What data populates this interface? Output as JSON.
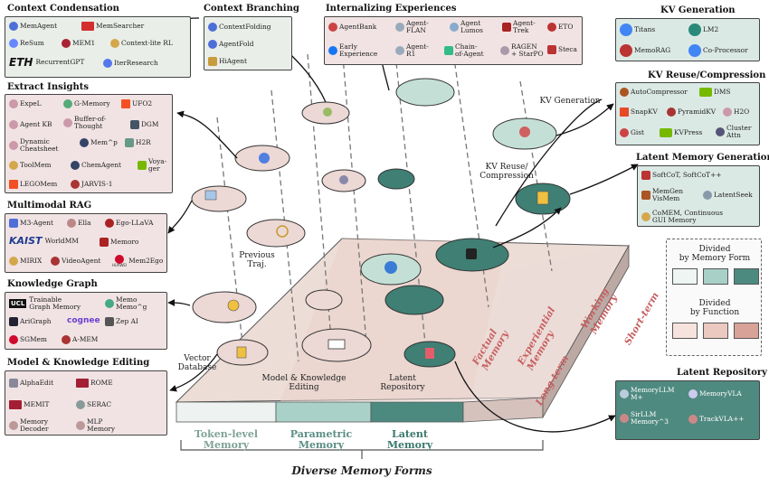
{
  "panels": {
    "context_condensation": {
      "title": "Context Condensation",
      "items": [
        "MemAgent",
        "MemSearcher",
        "ReSum",
        "MEM1",
        "Context-lite RL",
        "RecurrentGPT",
        "IterResearch"
      ],
      "logo_texts": [
        "ETH"
      ]
    },
    "context_branching": {
      "title": "Context Branching",
      "items": [
        "ContextFolding",
        "AgentFold",
        "HiAgent"
      ]
    },
    "internalizing_experiences": {
      "title": "Internalizing Experiences",
      "items": [
        "AgentBank",
        "Agent-\nFLAN",
        "Agent\nLumos",
        "Agent-\nTrek",
        "ETO",
        "Early\nExperience",
        "Agent-\nR1",
        "Chain-\nof-Agent",
        "RAGEN\n+ StarPO",
        "Steca"
      ]
    },
    "kv_generation": {
      "title": "KV Generation",
      "items": [
        "Titans",
        "LM2",
        "MemoRAG",
        "Co-Processor"
      ]
    },
    "kv_reuse": {
      "title": "KV Reuse/Compression",
      "items": [
        "AutoCompressor",
        "DMS",
        "SnapKV",
        "PyramidKV",
        "H2O",
        "Gist",
        "KVPress",
        "Cluster\nAttn"
      ]
    },
    "latent_memory_generation": {
      "title": "Latent Memory Generation",
      "items": [
        "SoftCoT, SoftCoT++",
        "MemGen\nVisMem",
        "LatentSeek",
        "CoMEM, Continuous\nGUI Memory"
      ]
    },
    "extract_insights": {
      "title": "Extract Insights",
      "items": [
        "ExpeL",
        "G-Memory",
        "UFO2",
        "Agent KB",
        "Buffer-of-\nThought",
        "DGM",
        "Dynamic\nCheatsheet",
        "Mem^p",
        "H2R",
        "ToolMem",
        "ChemAgent",
        "Voya-\nger",
        "LEGOMem",
        "JARVIS-1"
      ]
    },
    "multimodal_rag": {
      "title": "Multimodal RAG",
      "items": [
        "M3-Agent",
        "Ella",
        "Ego-LLaVA",
        "WorldMM",
        "Memoro",
        "MIRIX",
        "VideoAgent",
        "Mem2Ego"
      ],
      "logo_texts": [
        "KAIST",
        "HUAWEI"
      ]
    },
    "knowledge_graph": {
      "title": "Knowledge Graph",
      "items": [
        "Trainable\nGraph Memory",
        "Memo\nMemo^g",
        "AriGraph",
        "Zep AI",
        "SGMem",
        "A-MEM"
      ],
      "logo_texts": [
        "UCL",
        "cognee"
      ]
    },
    "model_knowledge_editing": {
      "title": "Model & Knowledge Editing",
      "items": [
        "AlphaEdit",
        "ROME",
        "MEMIT",
        "SERAC",
        "Memory\nDecoder",
        "MLP\nMemory"
      ]
    },
    "latent_repository": {
      "title": "Latent Repository",
      "items": [
        "MemoryLLM\nM+",
        "MemoryVLA",
        "SirLLM\nMemory^3",
        "TrackVLA++"
      ]
    }
  },
  "legend": {
    "by_form": "Divided\nby Memory Form",
    "by_function": "Divided\nby Function",
    "form_colors": [
      "#eef5f2",
      "#a8d0c6",
      "#4c8a80"
    ],
    "function_colors": [
      "#f6e3dd",
      "#ebc9c0",
      "#d9a299"
    ]
  },
  "scene_labels": {
    "kv_generation": "KV Generation",
    "kv_reuse": "KV Reuse/\nCompression",
    "previous_traj": "Previous\nTraj.",
    "vector_db": "Vector\nDatabase",
    "model_editing": "Model & Knowledge\nEditing",
    "latent_repo": "Latent\nRepository"
  },
  "function_labels": {
    "factual": "Factual\nMemory",
    "experiential": "Experiential\nMemory",
    "working": "Working\nMemory",
    "long_term": "Long-term",
    "short_term": "Short-term"
  },
  "forms": {
    "token": "Token-level\nMemory",
    "parametric": "Parametric\nMemory",
    "latent": "Latent\nMemory",
    "caption": "Diverse Memory Forms"
  },
  "colors": {
    "token": "#8aa89a",
    "latent_dark": "#3f7f74",
    "pink_text": "#c65f5f",
    "pink_panel": "#f1e3e4",
    "green_panel": "#dbe9e5"
  }
}
